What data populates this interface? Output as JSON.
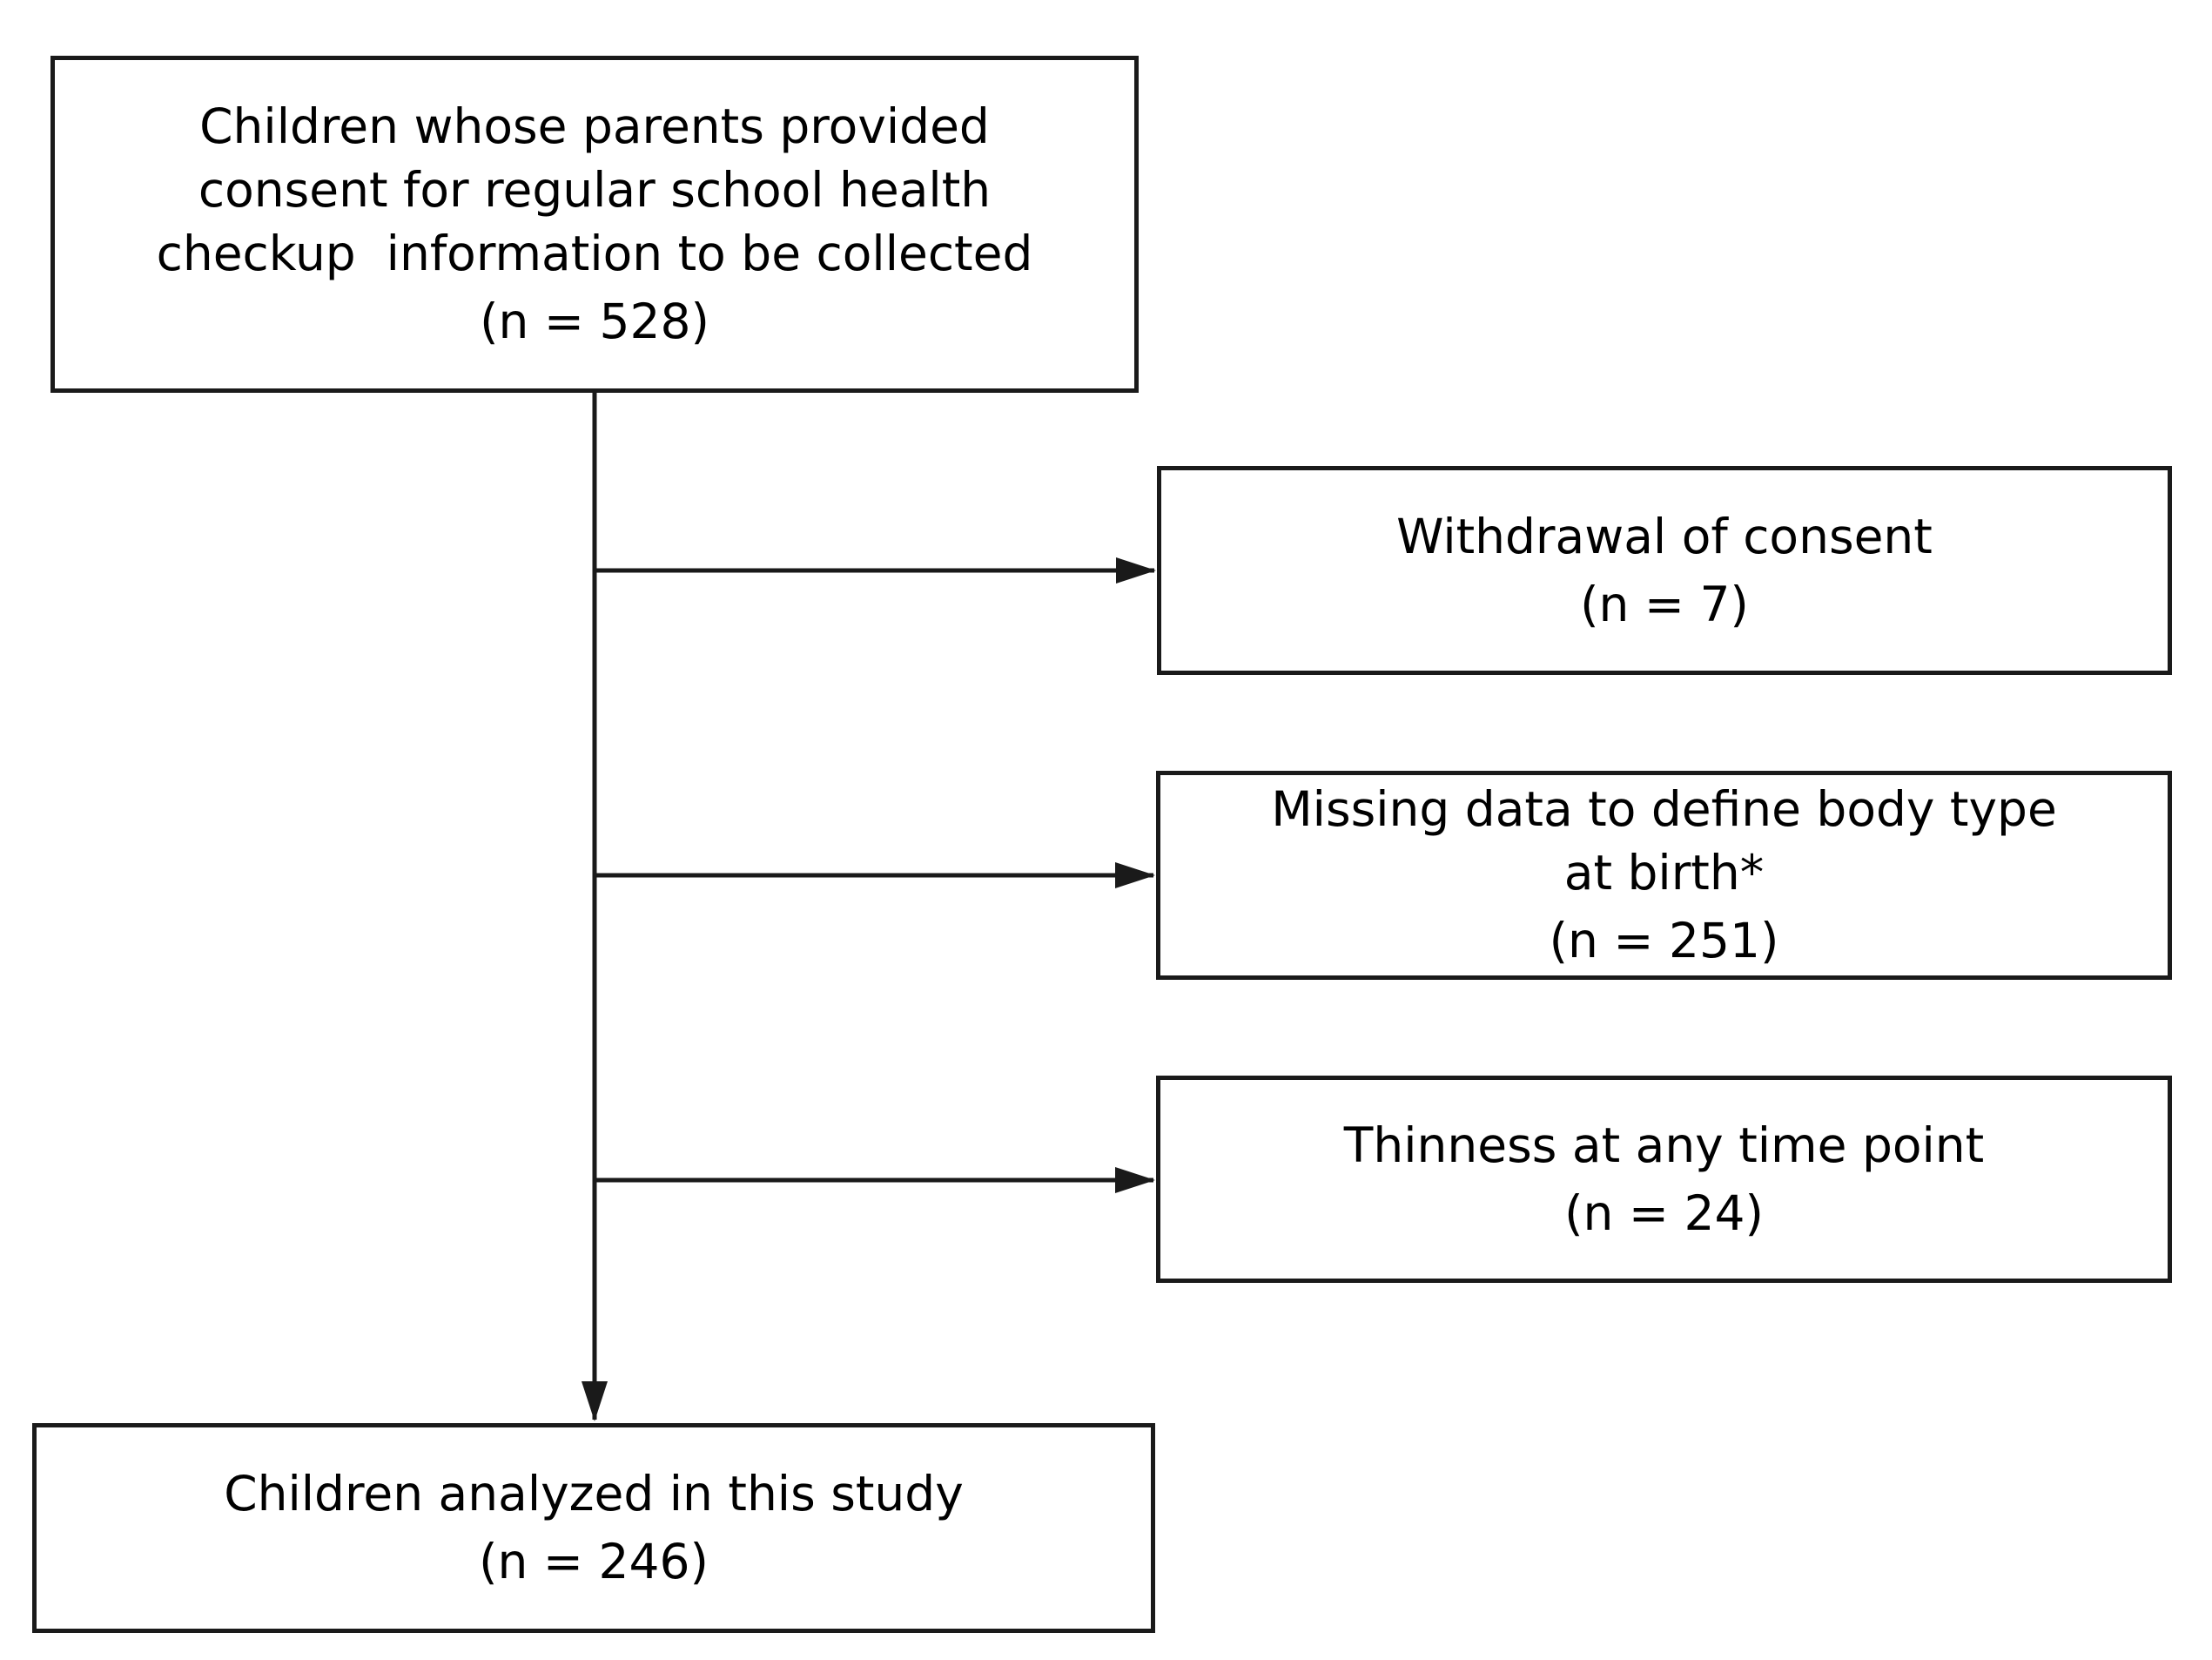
{
  "figure": {
    "background_color": "#ffffff",
    "line_color": "#1a1a1a",
    "text_color": "#000000"
  },
  "flowchart": {
    "nodes": [
      {
        "id": "consented",
        "lines": [
          "Children whose parents provided",
          "consent for regular school health",
          "checkup  information to be collected"
        ],
        "n_label": "(n = 528)",
        "n_value": 528
      },
      {
        "id": "withdrawal",
        "lines": [
          "Withdrawal of consent"
        ],
        "n_label": "(n = 7)",
        "n_value": 7
      },
      {
        "id": "missing-birth-data",
        "lines": [
          "Missing data to define body type",
          "at birth*"
        ],
        "n_label": "(n = 251)",
        "n_value": 251
      },
      {
        "id": "thinness",
        "lines": [
          "Thinness at any time point"
        ],
        "n_label": "(n = 24)",
        "n_value": 24
      },
      {
        "id": "analyzed",
        "lines": [
          "Children analyzed in this study"
        ],
        "n_label": "(n = 246)",
        "n_value": 246
      }
    ],
    "edges": [
      {
        "from": "consented",
        "to": "withdrawal"
      },
      {
        "from": "consented",
        "to": "missing-birth-data"
      },
      {
        "from": "consented",
        "to": "thinness"
      },
      {
        "from": "consented",
        "to": "analyzed"
      }
    ]
  }
}
